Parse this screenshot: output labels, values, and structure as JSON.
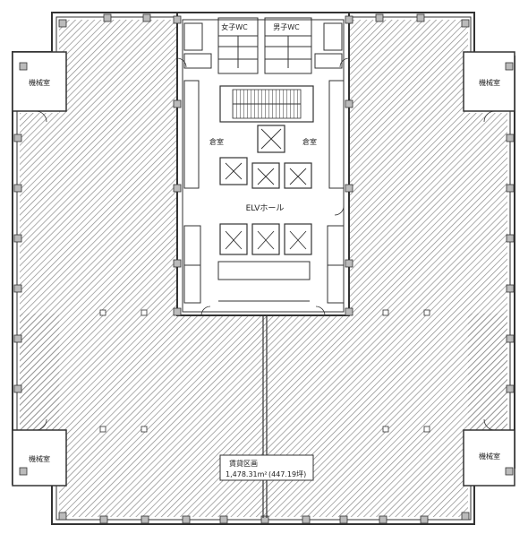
{
  "labels": {
    "womens_wc": "女子WC",
    "mens_wc": "男子WC",
    "elv_hall": "ELVホール",
    "left_storage": "倉室",
    "right_storage": "倉室",
    "corner_room_nw": "機械室",
    "corner_room_ne": "機械室",
    "corner_room_sw": "機械室",
    "corner_room_se": "機械室"
  },
  "area_box": {
    "line1": "賃貸区画",
    "line2_area_sqm": "1,478.31m²",
    "line2_area_tsubo": "(447.19坪)"
  },
  "colors": {
    "wall": "#333333",
    "hatch": "#8a8a8a",
    "background": "#ffffff"
  }
}
